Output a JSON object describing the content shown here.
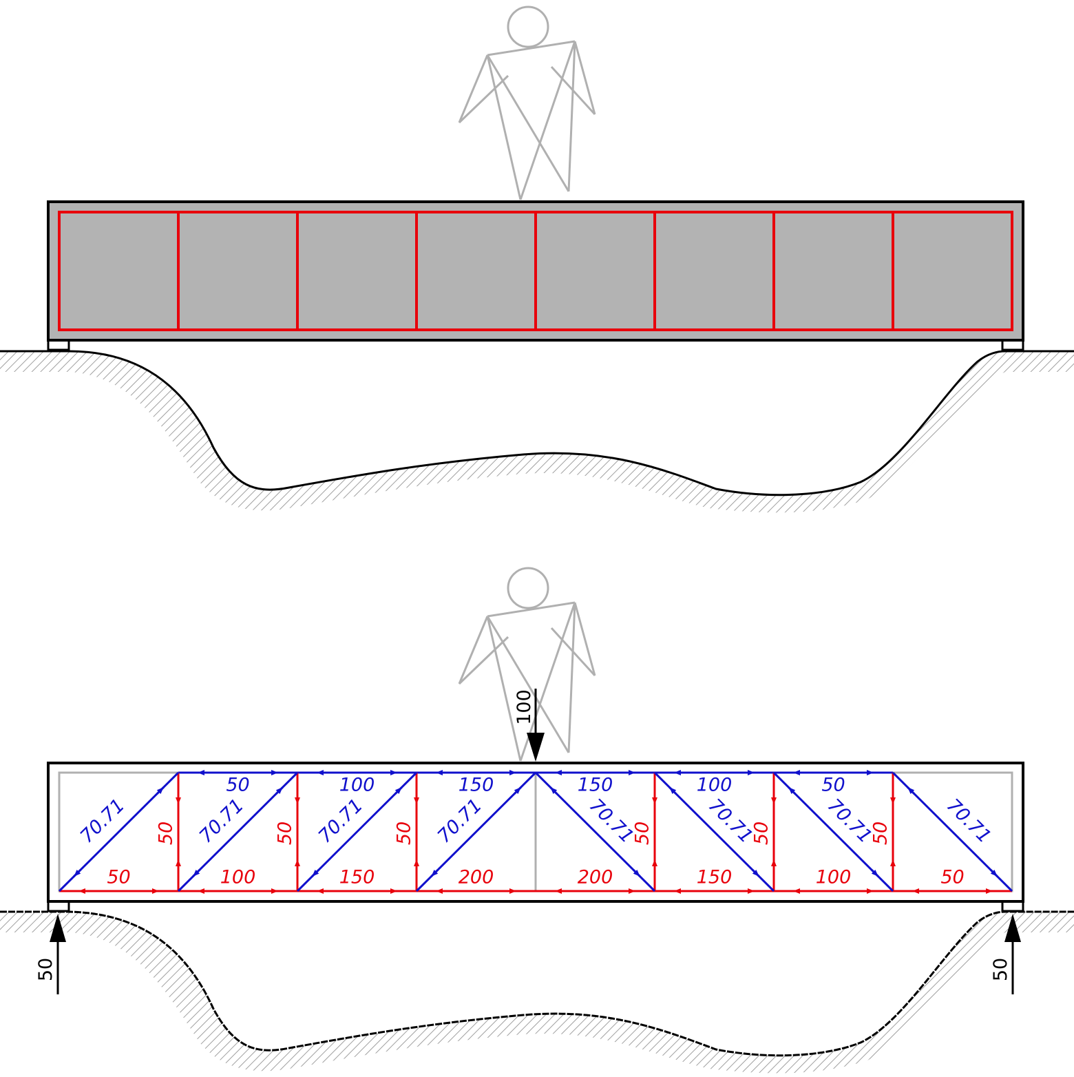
{
  "load": {
    "value": "100"
  },
  "reactions": {
    "left": "50",
    "right": "50"
  },
  "top_chord": {
    "labels": [
      "50",
      "100",
      "150",
      "150",
      "100",
      "50"
    ]
  },
  "bottom_chord": {
    "labels": [
      "50",
      "100",
      "150",
      "200",
      "200",
      "150",
      "100",
      "50"
    ]
  },
  "verticals": {
    "labels": [
      "50",
      "50",
      "50",
      "50",
      "50",
      "50"
    ]
  },
  "diagonals": {
    "labels": [
      "70.71",
      "70.71",
      "70.71",
      "70.71",
      "70.71",
      "70.71",
      "70.71",
      "70.71"
    ]
  },
  "colors": {
    "tension": "#e8000b",
    "compression": "#1010cc",
    "outline": "#000000",
    "beam_fill": "#b3b3b3",
    "figure": "#b0b0b0",
    "hatch": "#a0a0a0"
  },
  "icons": [
    "person-figure-icon",
    "load-arrow-icon",
    "reaction-arrow-icon"
  ]
}
